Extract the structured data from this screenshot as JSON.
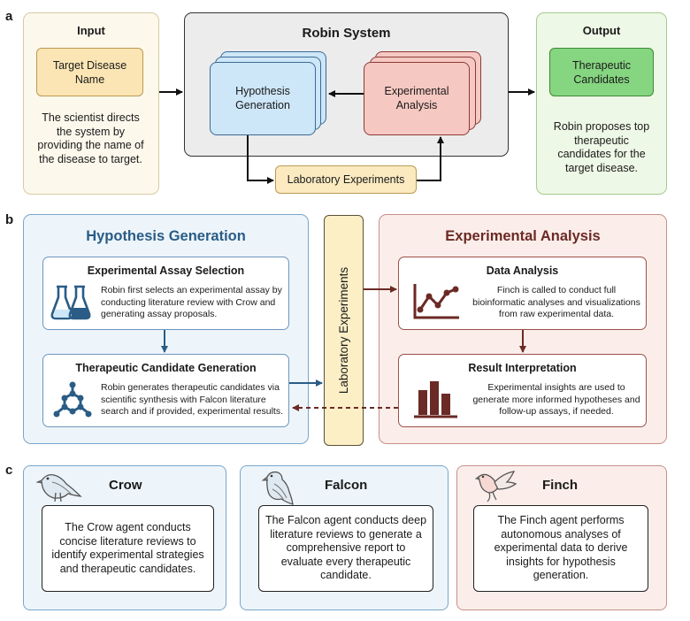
{
  "panel_labels": {
    "a": "a",
    "b": "b",
    "c": "c"
  },
  "section_a": {
    "input": {
      "title": "Input",
      "box_label": "Target Disease Name",
      "description": "The scientist directs the system by providing the name of the disease to target."
    },
    "robin": {
      "title": "Robin System",
      "hypothesis_label": "Hypothesis Generation",
      "experimental_label": "Experimental Analysis",
      "lab_label": "Laboratory Experiments"
    },
    "output": {
      "title": "Output",
      "box_label": "Therapeutic Candidates",
      "description": "Robin proposes top therapeutic candidates for the target disease."
    }
  },
  "section_b": {
    "hypothesis": {
      "title": "Hypothesis Generation",
      "assay": {
        "title": "Experimental Assay Selection",
        "body": "Robin first selects an experimental assay by conducting literature review with Crow and generating assay proposals."
      },
      "candidate": {
        "title": "Therapeutic Candidate Generation",
        "body": "Robin generates therapeutic candidates via scientific synthesis with Falcon literature search and if provided, experimental results."
      }
    },
    "lab_label": "Laboratory Experiments",
    "experimental": {
      "title": "Experimental Analysis",
      "data_analysis": {
        "title": "Data Analysis",
        "body": "Finch is called to conduct full bioinformatic analyses and visualizations from raw experimental data."
      },
      "interpretation": {
        "title": "Result Interpretation",
        "body": "Experimental insights are used to generate more informed hypotheses and follow-up assays, if needed."
      }
    }
  },
  "section_c": {
    "agents": [
      {
        "name": "Crow",
        "description": "The Crow agent conducts concise literature reviews to identify experimental strategies and therapeutic candidates."
      },
      {
        "name": "Falcon",
        "description": "The Falcon agent conducts deep literature reviews to generate a comprehensive report to evaluate every therapeutic candidate."
      },
      {
        "name": "Finch",
        "description": "The Finch agent performs autonomous analyses of experimental data to derive insights for hypothesis generation."
      }
    ]
  },
  "icons": {
    "assay": "flasks-icon",
    "candidate": "molecule-icon",
    "data_analysis": "line-chart-icon",
    "interpretation": "bar-chart-icon",
    "crow": "crow-icon",
    "falcon": "falcon-icon",
    "finch": "finch-icon"
  },
  "colors": {
    "hypothesis_accent": "#2a5c86",
    "experimental_accent": "#6b2a25",
    "output_green": "#86d581",
    "input_tan": "#fbe5b4"
  }
}
